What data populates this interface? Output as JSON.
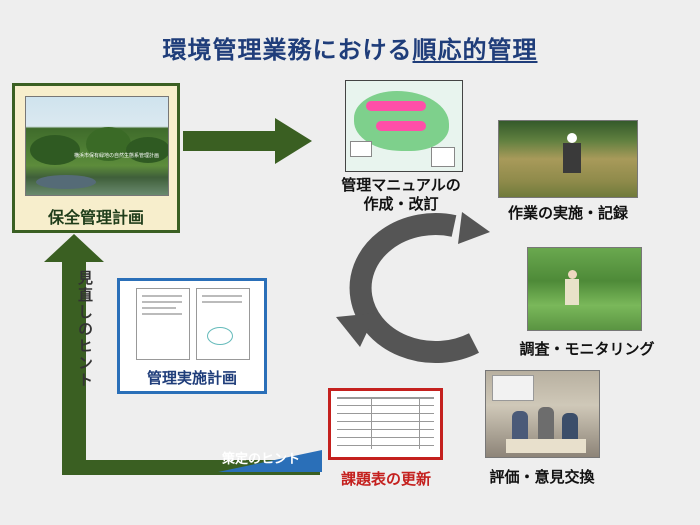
{
  "title": {
    "prefix": "環境管理業務における",
    "emphasis": "順応的管理"
  },
  "nodes": {
    "conservation_plan": "保全管理計画",
    "conservation_photo_caption": "横浜市保有緑地の自然生態系管理計画",
    "manual": [
      "管理マニュアルの",
      "作成・改訂"
    ],
    "work": "作業の実施・記録",
    "survey": "調査・モニタリング",
    "evaluation": "評価・意見交換",
    "implementation_plan": "管理実施計画",
    "issue_update": "課題表の更新"
  },
  "arrows": {
    "review_hint": "見直しのヒント",
    "strategy_hint": "策定のヒント"
  },
  "colors": {
    "title": "#1f3d7a",
    "green_arrow": "#3a5f22",
    "blue_arrow": "#2a6fb8",
    "cycle": "#555555",
    "issue_text": "#c4201e"
  }
}
